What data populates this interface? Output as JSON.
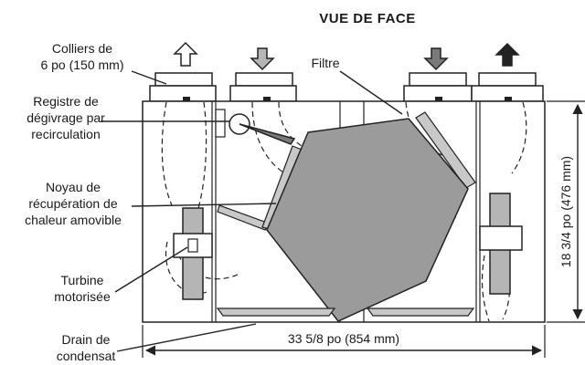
{
  "title": "VUE DE FACE",
  "labels": {
    "collars": [
      "Colliers de",
      "6 po (150 mm)"
    ],
    "damper": [
      "Registre de",
      "dégivrage par",
      "recirculation"
    ],
    "core": [
      "Noyau de",
      "récupération de",
      "chaleur amovible"
    ],
    "turbine": [
      "Turbine",
      "motorisée"
    ],
    "drain": [
      "Drain de",
      "condensat"
    ],
    "filter": "Filtre"
  },
  "dimensions": {
    "width": "33 5/8 po (854 mm)",
    "height": "18 3/4 po (476 mm)"
  },
  "icons": [
    "arrow-up-outline-icon",
    "arrow-down-grey-icon",
    "arrow-down-dark-icon",
    "arrow-up-black-icon"
  ]
}
